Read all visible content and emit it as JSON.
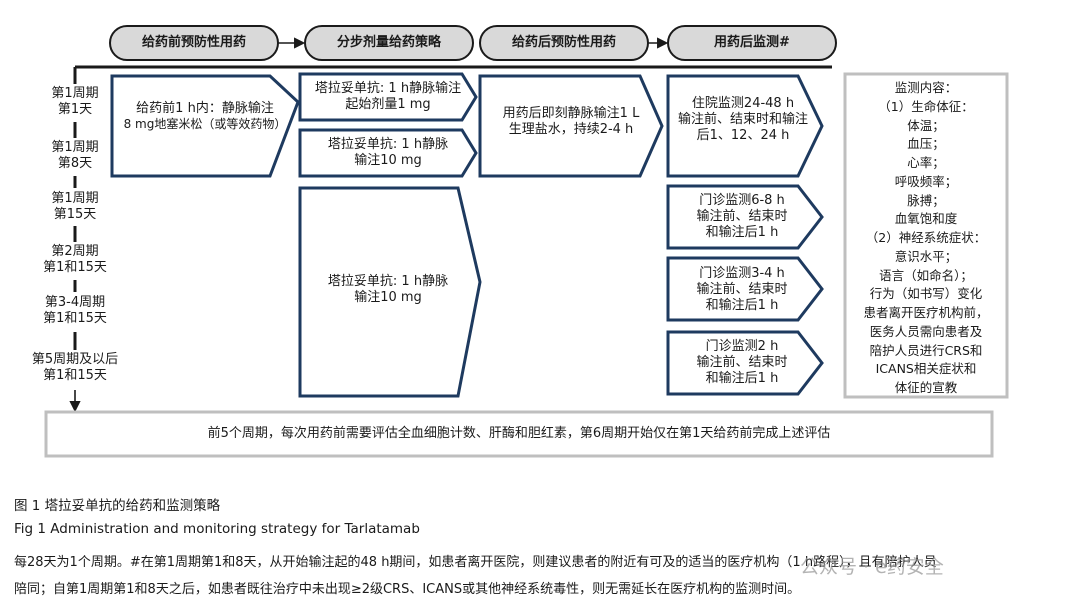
{
  "headers": [
    "给药前预防性用药",
    "分步剂量给药策略",
    "给药后预防性用药",
    "用药后监测#"
  ],
  "timeline": [
    [
      "第1周期",
      "第1天"
    ],
    [
      "第1周期",
      "第8天"
    ],
    [
      "第1周期",
      "第15天"
    ],
    [
      "第2周期",
      "第1和15天"
    ],
    [
      "第3-4周期",
      "第1和15天"
    ],
    [
      "第5周期及以后",
      "第1和15天"
    ]
  ],
  "premed": [
    "给药前1 h内：静脉输注",
    "8 mg地塞米松（或等效药物）"
  ],
  "dosing": {
    "step1": [
      "塔拉妥单抗: 1 h静脉输注",
      "起始剂量1 mg"
    ],
    "step2": [
      "塔拉妥单抗: 1 h静脉",
      "输注10 mg"
    ],
    "step3": [
      "塔拉妥单抗: 1 h静脉",
      "输注10 mg"
    ]
  },
  "postmed": [
    "用药后即刻静脉输注1 L",
    "生理盐水，持续2-4 h"
  ],
  "monitoring_boxes": [
    [
      "住院监测24-48 h",
      "输注前、结束时和输注",
      "后1、12、24 h"
    ],
    [
      "门诊监测6-8 h",
      "输注前、结束时",
      "和输注后1 h"
    ],
    [
      "门诊监测3-4 h",
      "输注前、结束时",
      "和输注后1 h"
    ],
    [
      "门诊监测2 h",
      "输注前、结束时",
      "和输注后1 h"
    ]
  ],
  "monitoring_content": [
    "监测内容：",
    "（1）生命体征：",
    "体温；",
    "血压；",
    "心率；",
    "呼吸频率；",
    "脉搏；",
    "血氧饱和度",
    "（2）神经系统症状：",
    "意识水平；",
    "语言（如命名）；",
    "行为（如书写）变化",
    "患者离开医疗机构前，",
    "医务人员需向患者及",
    "陪护人员进行CRS和",
    "ICANS相关症状和",
    "体征的宣教"
  ],
  "bottom_note": "前5个周期，每次用药前需要评估全血细胞计数、肝酶和胆红素，第6周期开始仅在第1天给药前完成上述评估",
  "caption_cn": "图 1  塔拉妥单抗的给药和监测策略",
  "caption_en": "Fig 1  Administration and monitoring strategy for Tarlatamab",
  "footnote_line1": "每28天为1个周期。#在第1周期第1和8天，从开始输注起的48 h期间，如患者离开医院，则建议患者的附近有可及的适当的医疗机构（1 h路程），且有陪护人员",
  "footnote_line2": "陪同；自第1周期第1和8天之后，如患者既往治疗中未出现≥2级CRS、ICANS或其他神经系统毒性，则无需延长在医疗机构的监测时间。",
  "watermark": "公众号 · e药安全",
  "colors": {
    "navy": "#1e3a5f",
    "header_fill": "#d9d9d9",
    "gray_border": "#bfbfbf",
    "text": "#1a1a1a"
  }
}
